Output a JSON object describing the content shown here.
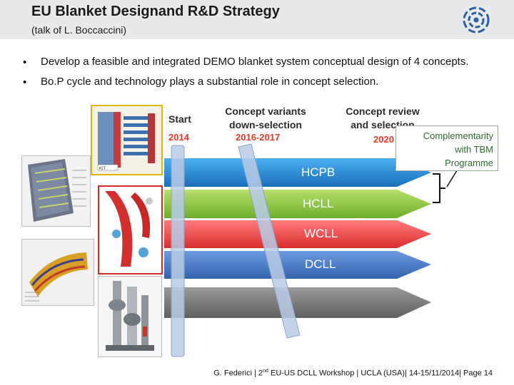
{
  "header": {
    "title": "EU Blanket Designand R&D Strategy",
    "subtitle": "(talk of L. Boccaccini)"
  },
  "bullets": [
    {
      "marker": "•",
      "text": "Develop a feasible and integrated DEMO blanket system conceptual design of 4 concepts."
    },
    {
      "marker": "•",
      "text": "Bo.P cycle and technology plays a substantial role in concept selection."
    }
  ],
  "timeline": {
    "stages": [
      {
        "label_1": "Start",
        "label_2": "",
        "year": "2014"
      },
      {
        "label_1": "Concept variants",
        "label_2": "down-selection",
        "year": "2016-2017"
      },
      {
        "label_1": "Concept review",
        "label_2": "and selection",
        "year": "2020"
      }
    ],
    "concepts": [
      {
        "label": "HCPB",
        "color": "#1f8ad6"
      },
      {
        "label": "HCLL",
        "color": "#8ec63f"
      },
      {
        "label": "WCLL",
        "color": "#f04a4a"
      },
      {
        "label": "DCLL",
        "color": "#4a7fc5"
      },
      {
        "label": "",
        "color": "#7f7f7f"
      }
    ]
  },
  "complementarity": {
    "line1": "Complementarity",
    "line2": "with TBM",
    "line3": "Programme"
  },
  "images": {
    "kit_label": "KIT"
  },
  "footer": {
    "part1": "G. Federici | 2",
    "sup": "nd",
    "part2": " EU-US DCLL Workshop | UCLA (USA)| 14-15/11/2014| Page 14"
  }
}
